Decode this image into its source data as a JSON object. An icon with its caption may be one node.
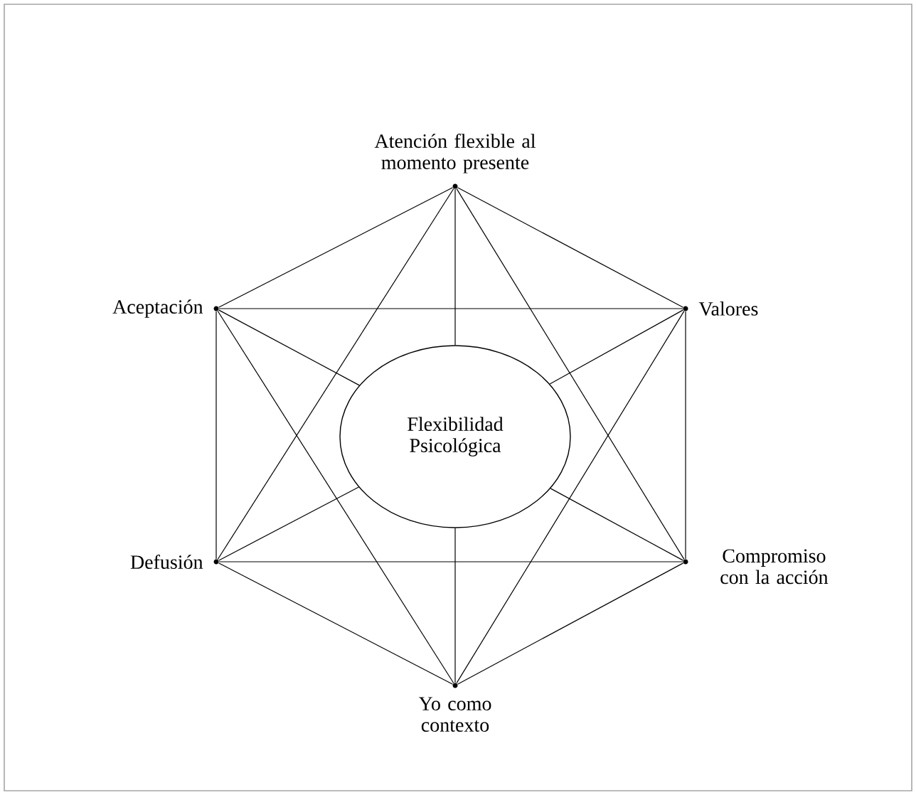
{
  "diagram": {
    "nodes": [
      {
        "text": [],
        "shape": "circle",
        "beside": [
          "Atención flexible al momento presente"
        ]
      },
      {
        "text": [],
        "shape": "circle",
        "beside": [
          "Aceptación"
        ]
      },
      {
        "text": [],
        "shape": "circle",
        "beside": [
          "Valores"
        ]
      },
      {
        "text": [
          "Flexibilidad Psicológica"
        ]
      },
      {
        "text": [],
        "shape": "circle",
        "beside": [
          "Defusión"
        ]
      },
      {
        "text": [],
        "shape": "circle",
        "beside": [
          "Compromiso con la acción"
        ]
      },
      {
        "text": [],
        "shape": "circle",
        "beside": [
          "Yo como contexto"
        ]
      }
    ],
    "edges": [
      {
        "from": 0,
        "to": 1,
        "arrow": "none"
      },
      {
        "from": 0,
        "to": 2,
        "arrow": "none"
      },
      {
        "from": 1,
        "to": 4,
        "arrow": "none"
      },
      {
        "from": 2,
        "to": 5,
        "arrow": "none"
      },
      {
        "from": 4,
        "to": 6,
        "arrow": "none"
      },
      {
        "from": 5,
        "to": 6,
        "arrow": "none"
      },
      {
        "from": 0,
        "to": 4,
        "arrow": "none"
      },
      {
        "from": 0,
        "to": 5,
        "arrow": "none"
      },
      {
        "from": 4,
        "to": 5,
        "arrow": "none"
      },
      {
        "from": 1,
        "to": 2,
        "arrow": "none"
      },
      {
        "from": 1,
        "to": 6,
        "arrow": "none"
      },
      {
        "from": 2,
        "to": 6,
        "arrow": "none"
      },
      {
        "from": 0,
        "to": 3,
        "arrow": "none"
      },
      {
        "from": 1,
        "to": 3,
        "arrow": "none"
      },
      {
        "from": 2,
        "to": 3,
        "arrow": "none"
      },
      {
        "from": 4,
        "to": 3,
        "arrow": "none"
      },
      {
        "from": 5,
        "to": 3,
        "arrow": "none"
      },
      {
        "from": 6,
        "to": 3,
        "arrow": "none"
      }
    ]
  }
}
